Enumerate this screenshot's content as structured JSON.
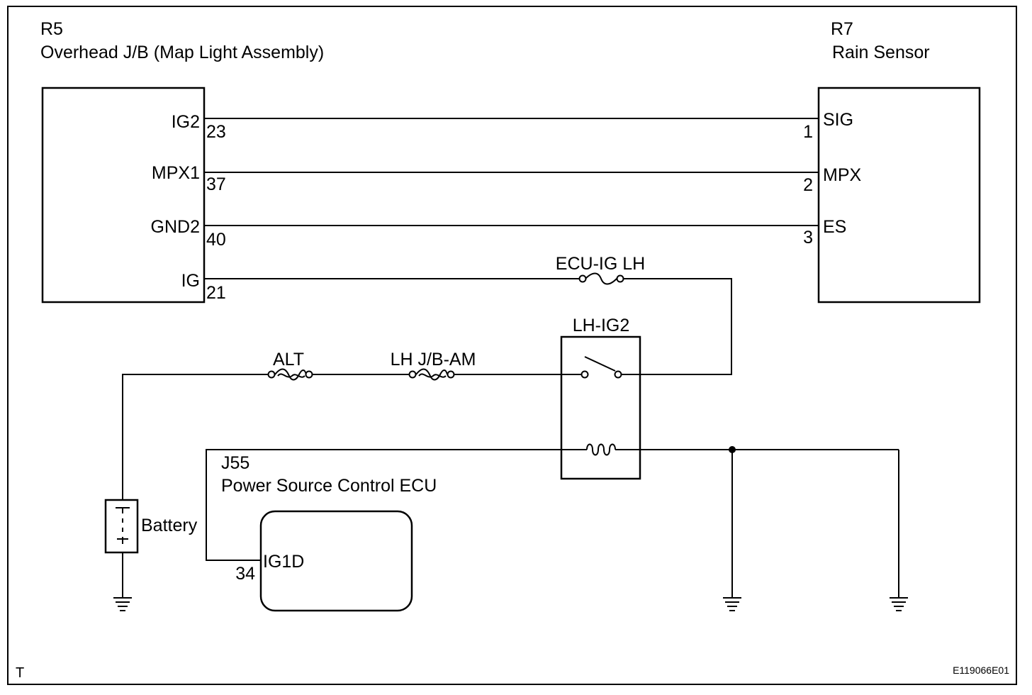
{
  "connectors": {
    "r5": {
      "code": "R5",
      "name": "Overhead J/B (Map Light Assembly)"
    },
    "r7": {
      "code": "R7",
      "name": "Rain Sensor"
    },
    "j55": {
      "code": "J55",
      "name": "Power Source Control ECU"
    }
  },
  "pins": {
    "r5": [
      {
        "name": "IG2",
        "num": "23"
      },
      {
        "name": "MPX1",
        "num": "37"
      },
      {
        "name": "GND2",
        "num": "40"
      },
      {
        "name": "IG",
        "num": "21"
      }
    ],
    "r7": [
      {
        "name": "SIG",
        "num": "1"
      },
      {
        "name": "MPX",
        "num": "2"
      },
      {
        "name": "ES",
        "num": "3"
      }
    ],
    "j55": {
      "name": "IG1D",
      "num": "34"
    }
  },
  "fuses": {
    "ecu_ig_lh": "ECU-IG LH",
    "alt": "ALT",
    "lh_jb_am": "LH J/B-AM"
  },
  "relay": {
    "label": "LH-IG2"
  },
  "battery": {
    "label": "Battery"
  },
  "footer": {
    "left": "T",
    "right": "E119066E01"
  }
}
